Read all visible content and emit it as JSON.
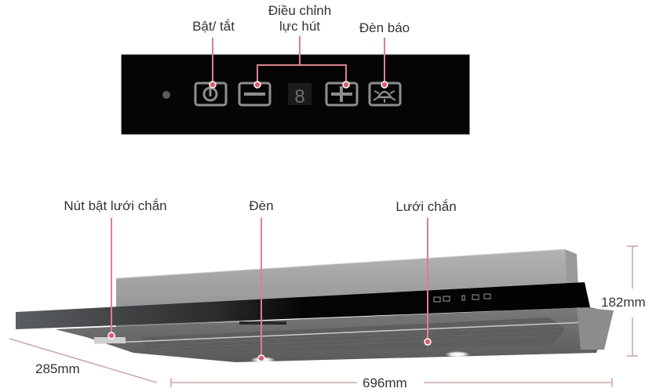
{
  "control_panel": {
    "labels": {
      "power": "Bật/ tắt",
      "suction_line1": "Điều chỉnh",
      "suction_line2": "lực hút",
      "indicator_light": "Đèn báo"
    },
    "display_digit": "8",
    "buttons": [
      {
        "name": "power-button",
        "icon": "power-icon"
      },
      {
        "name": "minus-button",
        "icon": "minus-icon"
      },
      {
        "name": "plus-button",
        "icon": "plus-icon"
      },
      {
        "name": "light-button",
        "icon": "lamp-icon"
      }
    ]
  },
  "hood": {
    "labels": {
      "filter_release_button": "Nút bật lưới chắn",
      "lamp": "Đèn",
      "grease_filter": "Lưới chắn"
    },
    "dimensions": {
      "height": "182mm",
      "depth": "285mm",
      "width": "696mm"
    }
  },
  "colors": {
    "leader_line": "#d9828f",
    "leader_dot": "#e05a6e",
    "panel_black": "#050505",
    "icon_gray": "#9a9a9a",
    "dimension_line": "#c9a7a7"
  }
}
